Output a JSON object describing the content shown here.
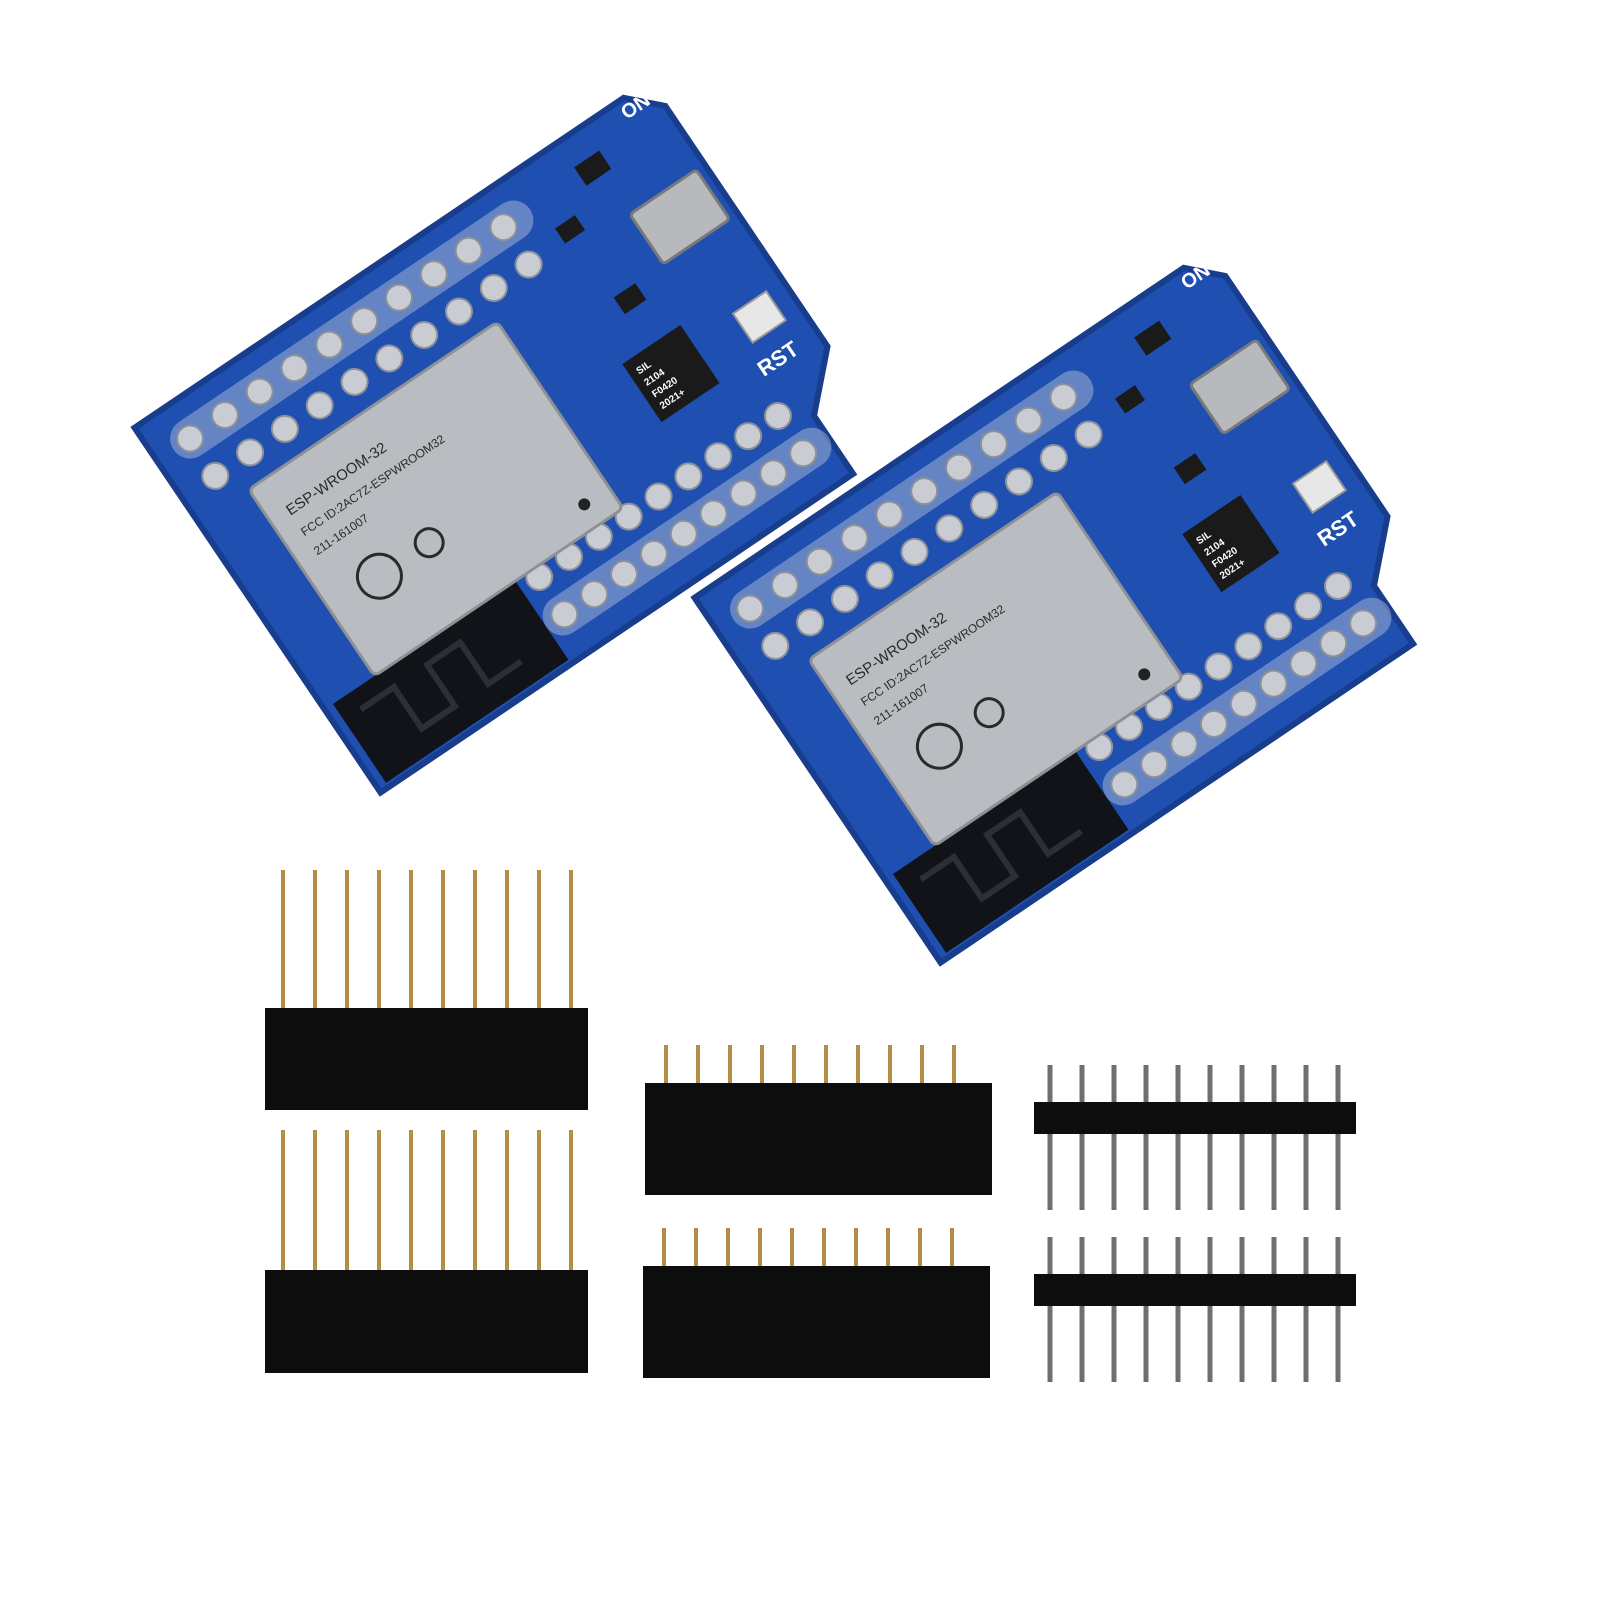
{
  "scene": {
    "background": "#ffffff",
    "pcb_color": "#1f4fb0",
    "pcb_edge_color": "#173d8c",
    "shield_color": "#b9bcc0",
    "pad_color": "#c9ccd2",
    "header_color": "#0d0d0d",
    "pin_color": "#b58b4a",
    "male_pin_color": "#6f6f6f"
  },
  "boards": [
    {
      "label_on": "ON",
      "label_rst": "RST",
      "module_name": "ESP-WROOM-32",
      "fcc_id": "FCC ID:2AC7Z-ESPWROOM32",
      "cert_code": "211-161007",
      "chip_lines": [
        "SIL",
        "2104",
        "F0420",
        "2021+"
      ]
    },
    {
      "label_on": "ON",
      "label_rst": "RST",
      "module_name": "ESP-WROOM-32",
      "fcc_id": "FCC ID:2AC7Z-ESPWROOM32",
      "cert_code": "211-161007",
      "chip_lines": [
        "SIL",
        "2104",
        "F0420",
        "2021+"
      ]
    }
  ],
  "headers": {
    "long_female_count": 2,
    "short_female_count": 2,
    "male_count": 2,
    "pins_per_header": 10
  }
}
